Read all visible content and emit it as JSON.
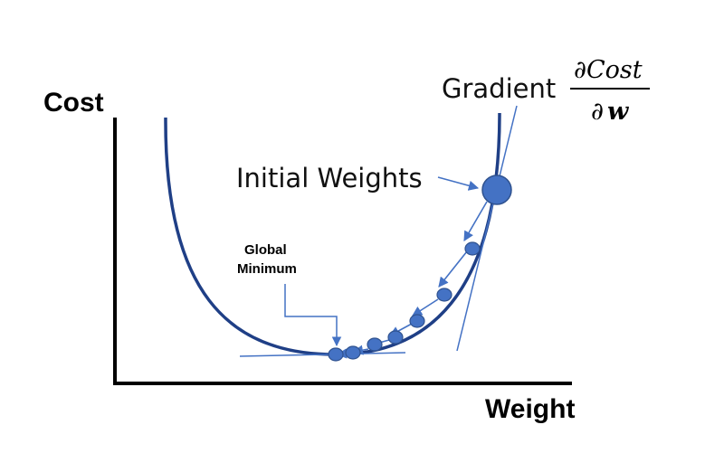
{
  "axes": {
    "y_label": "Cost",
    "x_label": "Weight"
  },
  "labels": {
    "initial_weights": "Initial Weights",
    "gradient": "Gradient",
    "global_minimum_line1": "Global",
    "global_minimum_line2": "Minimum"
  },
  "formula": {
    "numerator": "∂Cost",
    "denominator_symbol": "∂",
    "denominator_var": "w"
  },
  "colors": {
    "curve": "#1f3f86",
    "point_fill": "#4472c4",
    "point_stroke": "#2f528f",
    "arrow": "#4472c4",
    "axis": "#000000"
  }
}
